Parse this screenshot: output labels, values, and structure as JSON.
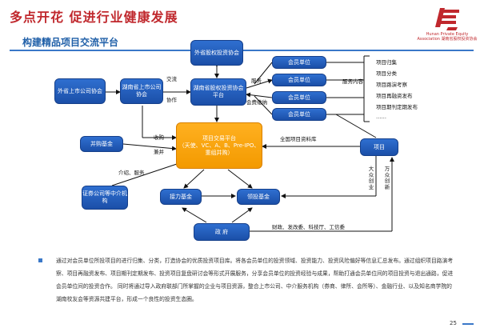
{
  "header": {
    "title": "多点开花  促进行业健康发展",
    "subtitle": "构建精品项目交流平台"
  },
  "logo": {
    "text": "Hunan Private Equity Association 湖南省股权投资协会"
  },
  "nodes": {
    "province_assoc": "外省股权投资协会",
    "hunan_pe": "湖南省股权投资协会平台",
    "other_listed": "外省上市公司协会",
    "hunan_listed": "湖南省上市公司协会",
    "merger_fund": "并购基金",
    "platform": "项目交易平台\n（天使、VC、A、B、Pre-IPO、重组并购）",
    "securities": "证券公司等中介机构",
    "relay_fund": "接力基金",
    "lead_fund": "领投基金",
    "government": "政  府",
    "project": "项目",
    "members": [
      "会员单位",
      "会员单位",
      "会员单位",
      "会员单位"
    ]
  },
  "edge_labels": {
    "exchange": "交流",
    "cooperation": "协作",
    "service": "服务",
    "fee": "会费缴纳",
    "service_content": "服务内容",
    "acquire": "收购",
    "merge": "兼并",
    "intro_service": "介绍、服务",
    "project_db": "全国项目资料库",
    "mass_entrepreneur": "大众创业",
    "mass_innovation": "万众创新",
    "gov_depts": "财政、发改委、科技厅、工信委"
  },
  "services": [
    "项目归集",
    "项目分类",
    "项目路演考察",
    "项目再融资发布",
    "项目期刊定期发布",
    "……"
  ],
  "paragraph": "通过对会员单位所投项目的进行归集、分类，打造协会的优质投资项目库。将各会员单位的投资领域、投资能力、投资风险偏好等信息汇总发布。通过组织项目路演考察、项目再融资发布、项目期刊定期发布、投资项目复盘研讨会等形式开展服务，分享会员单位的投资经验与成果，帮助打通会员单位间的项目投资与退出通路，促进会员单位间的投资合作。 同时将通过导入政府联部门所掌握的企业与项目资源，整合上市公司、中介服务机构（券商、律所、会所等）、金融行业、以及知名商学院的湖南校友会等资源共建平台，形成一个良性的投资生态圈。",
  "page_number": "25"
}
